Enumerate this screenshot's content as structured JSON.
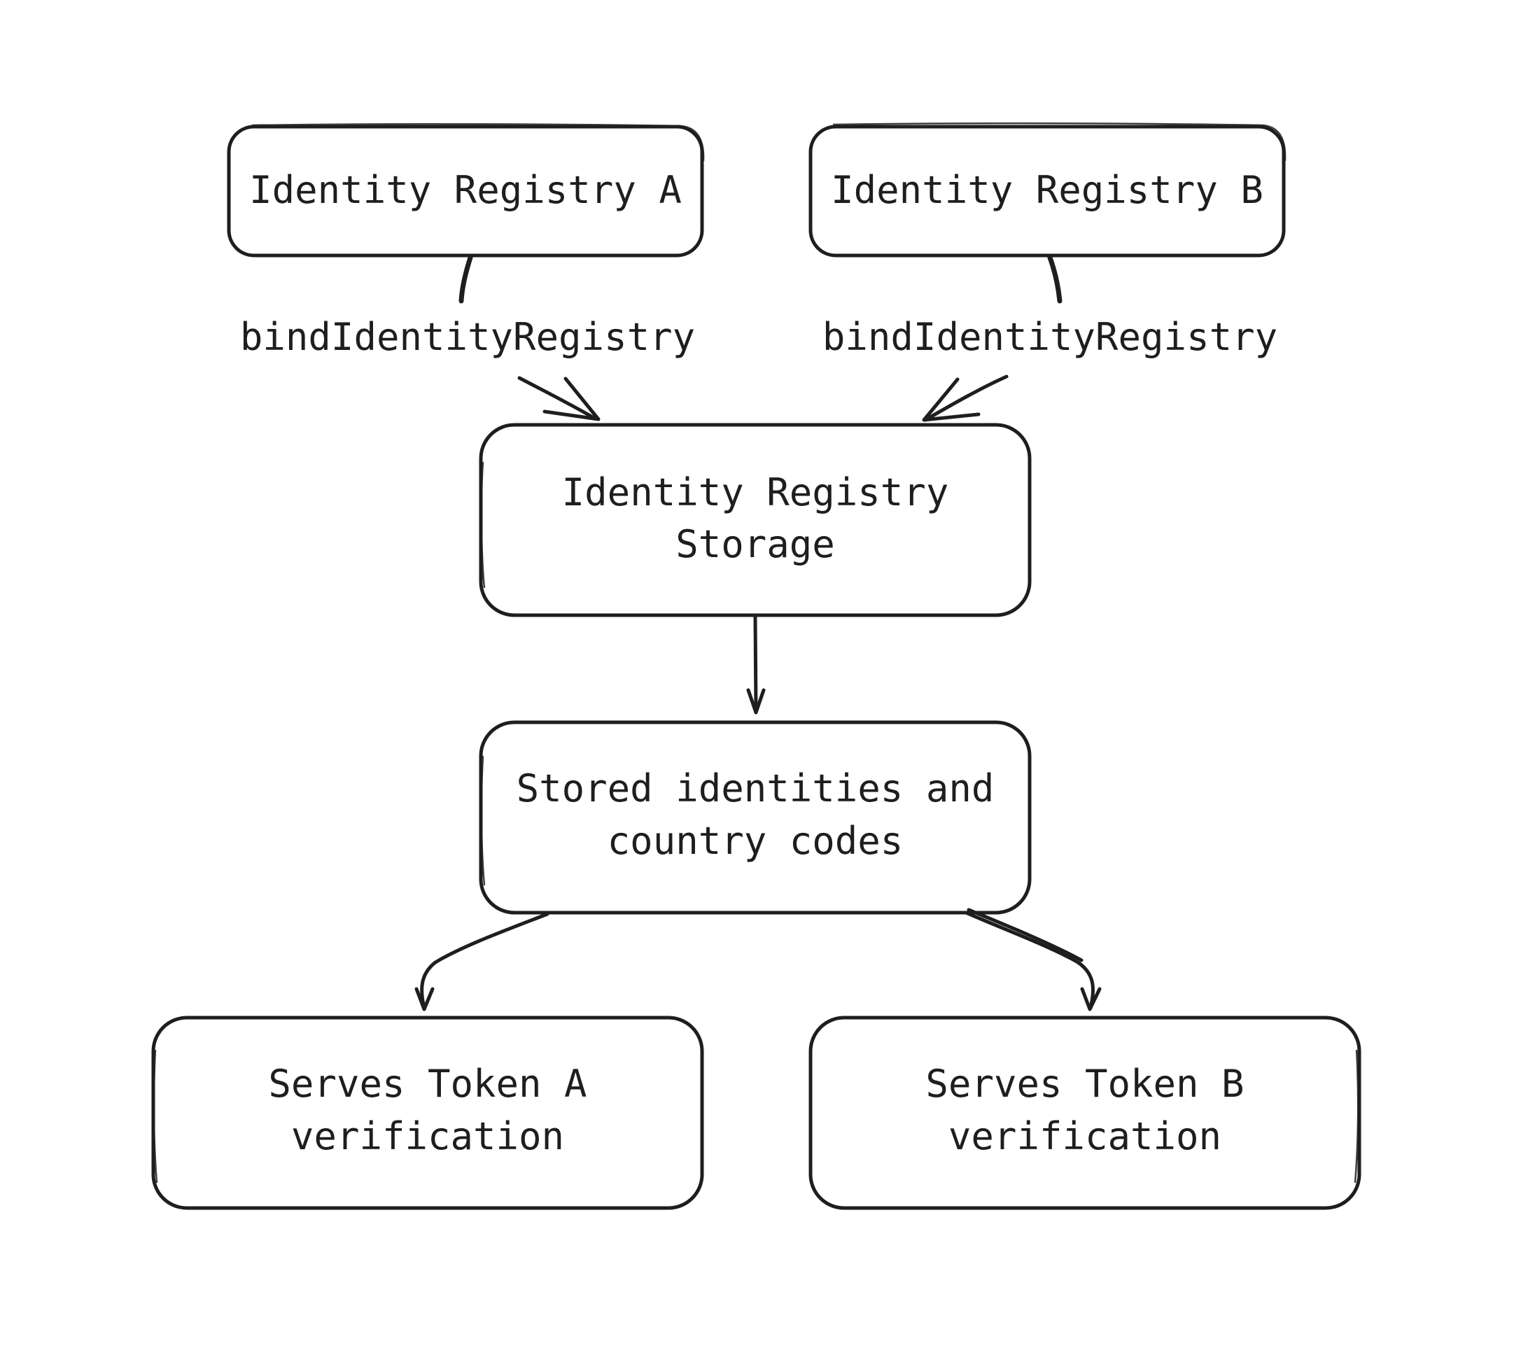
{
  "diagram": {
    "nodes": {
      "registry_a": {
        "label": "Identity Registry A"
      },
      "registry_b": {
        "label": "Identity Registry B"
      },
      "storage": {
        "lines": [
          "Identity Registry",
          "Storage"
        ]
      },
      "stored": {
        "lines": [
          "Stored identities and",
          "country codes"
        ]
      },
      "token_a": {
        "lines": [
          "Serves Token A",
          "verification"
        ]
      },
      "token_b": {
        "lines": [
          "Serves Token B",
          "verification"
        ]
      }
    },
    "edges": {
      "a_to_storage": {
        "label": "bindIdentityRegistry"
      },
      "b_to_storage": {
        "label": "bindIdentityRegistry"
      },
      "storage_to_stored": {
        "label": ""
      },
      "stored_to_token_a": {
        "label": ""
      },
      "stored_to_token_b": {
        "label": ""
      }
    }
  }
}
